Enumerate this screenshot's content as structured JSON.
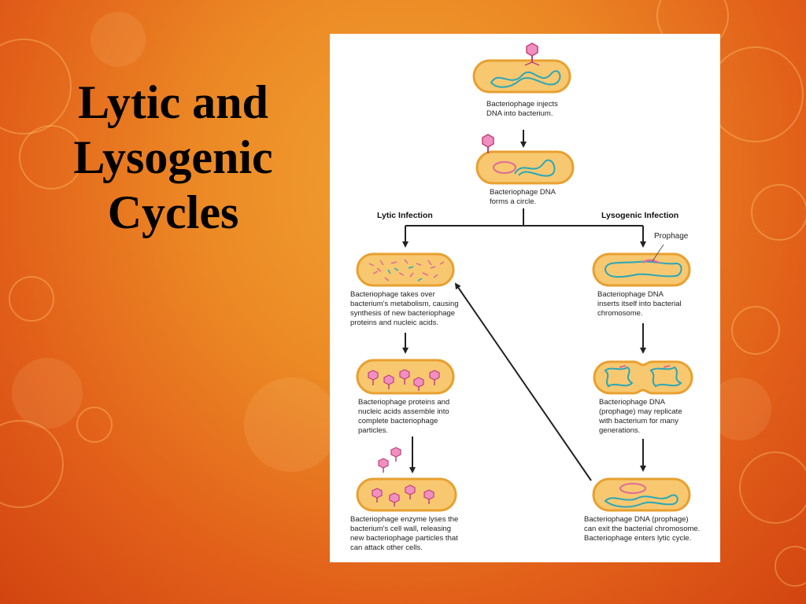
{
  "title_lines": [
    "Lytic and",
    "Lysogenic",
    "Cycles"
  ],
  "diagram": {
    "top_steps": [
      {
        "caption_lines": [
          "Bacteriophage injects",
          "DNA into bacterium."
        ]
      },
      {
        "caption_lines": [
          "Bacteriophage DNA",
          "forms a circle."
        ]
      }
    ],
    "lytic_label": "Lytic Infection",
    "lysogenic_label": "Lysogenic Infection",
    "prophage_label": "Prophage",
    "lytic_steps": [
      {
        "caption_lines": [
          "Bacteriophage takes over",
          "bacterium's metabolism, causing",
          "synthesis of new bacteriophage",
          "proteins and nucleic acids."
        ]
      },
      {
        "caption_lines": [
          "Bacteriophage proteins and",
          "nucleic acids assemble into",
          "complete bacteriophage",
          "particles."
        ]
      },
      {
        "caption_lines": [
          "Bacteriophage enzyme lyses the",
          "bacterium's cell wall, releasing",
          "new bacteriophage particles that",
          "can attack other cells."
        ]
      }
    ],
    "lysogenic_steps": [
      {
        "caption_lines": [
          "Bacteriophage DNA",
          "inserts itself into bacterial",
          "chromosome."
        ]
      },
      {
        "caption_lines": [
          "Bacteriophage DNA",
          "(prophage) may replicate",
          "with bacterium for many",
          "generations."
        ]
      },
      {
        "caption_lines": [
          "Bacteriophage DNA (prophage)",
          "can exit the bacterial chromosome.",
          "Bacteriophage enters lytic cycle."
        ]
      }
    ],
    "colors": {
      "cell_fill": "#f7c870",
      "cell_stroke": "#e8a030",
      "dna": "#2aa7b8",
      "phage_dna": "#e06a9a",
      "phage": "#c0407a",
      "arrow": "#222222"
    }
  }
}
